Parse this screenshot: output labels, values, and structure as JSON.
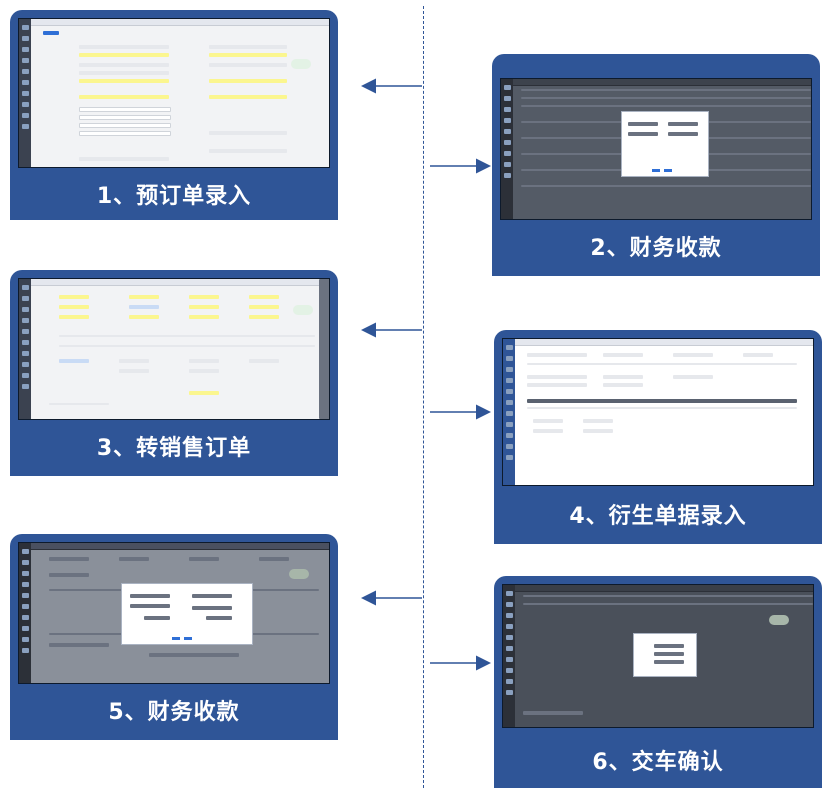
{
  "steps": [
    {
      "label": "1、预订单录入"
    },
    {
      "label": "2、财务收款"
    },
    {
      "label": "3、转销售订单"
    },
    {
      "label": "4、衍生单据录入"
    },
    {
      "label": "5、财务收款"
    },
    {
      "label": "6、交车确认"
    }
  ],
  "colors": {
    "card": "#2f5597",
    "arrow": "#2f5597",
    "highlight": "#fbf68f"
  }
}
